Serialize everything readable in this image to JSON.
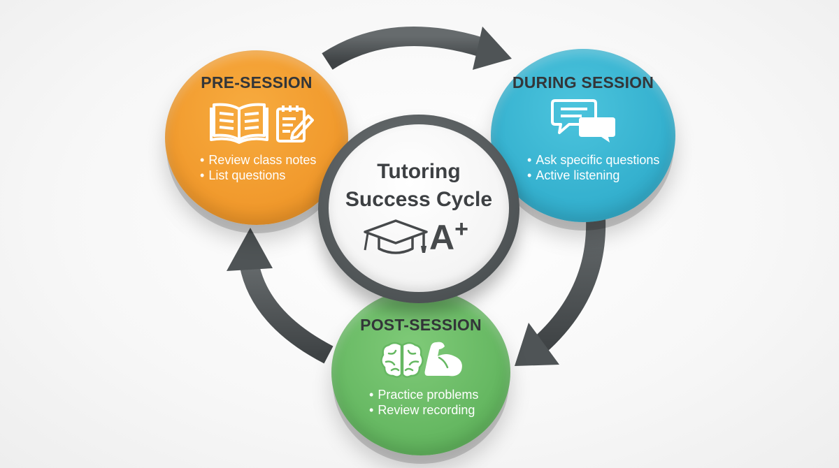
{
  "center": {
    "title_line1": "Tutoring",
    "title_line2": "Success Cycle",
    "grade_text": "A",
    "grade_sup": "+",
    "icons": [
      "graduation-cap-icon"
    ]
  },
  "stages": {
    "pre": {
      "title": "PRE-SESSION",
      "bullets": [
        "Review class notes",
        "List questions"
      ],
      "icons": [
        "open-book-icon",
        "notepad-pencil-icon"
      ],
      "color": "#f19a2d"
    },
    "during": {
      "title": "DURING SESSION",
      "bullets": [
        "Ask specific questions",
        "Active listening"
      ],
      "icons": [
        "chat-bubbles-icon"
      ],
      "color": "#35b1cf"
    },
    "post": {
      "title": "POST-SESSION",
      "bullets": [
        "Practice problems",
        "Review recording"
      ],
      "icons": [
        "brain-icon",
        "flexed-arm-icon"
      ],
      "color": "#66b862"
    }
  },
  "colors": {
    "arrow": "#4f5456",
    "center_ring": "#4f5456",
    "text_dark": "#333639"
  }
}
